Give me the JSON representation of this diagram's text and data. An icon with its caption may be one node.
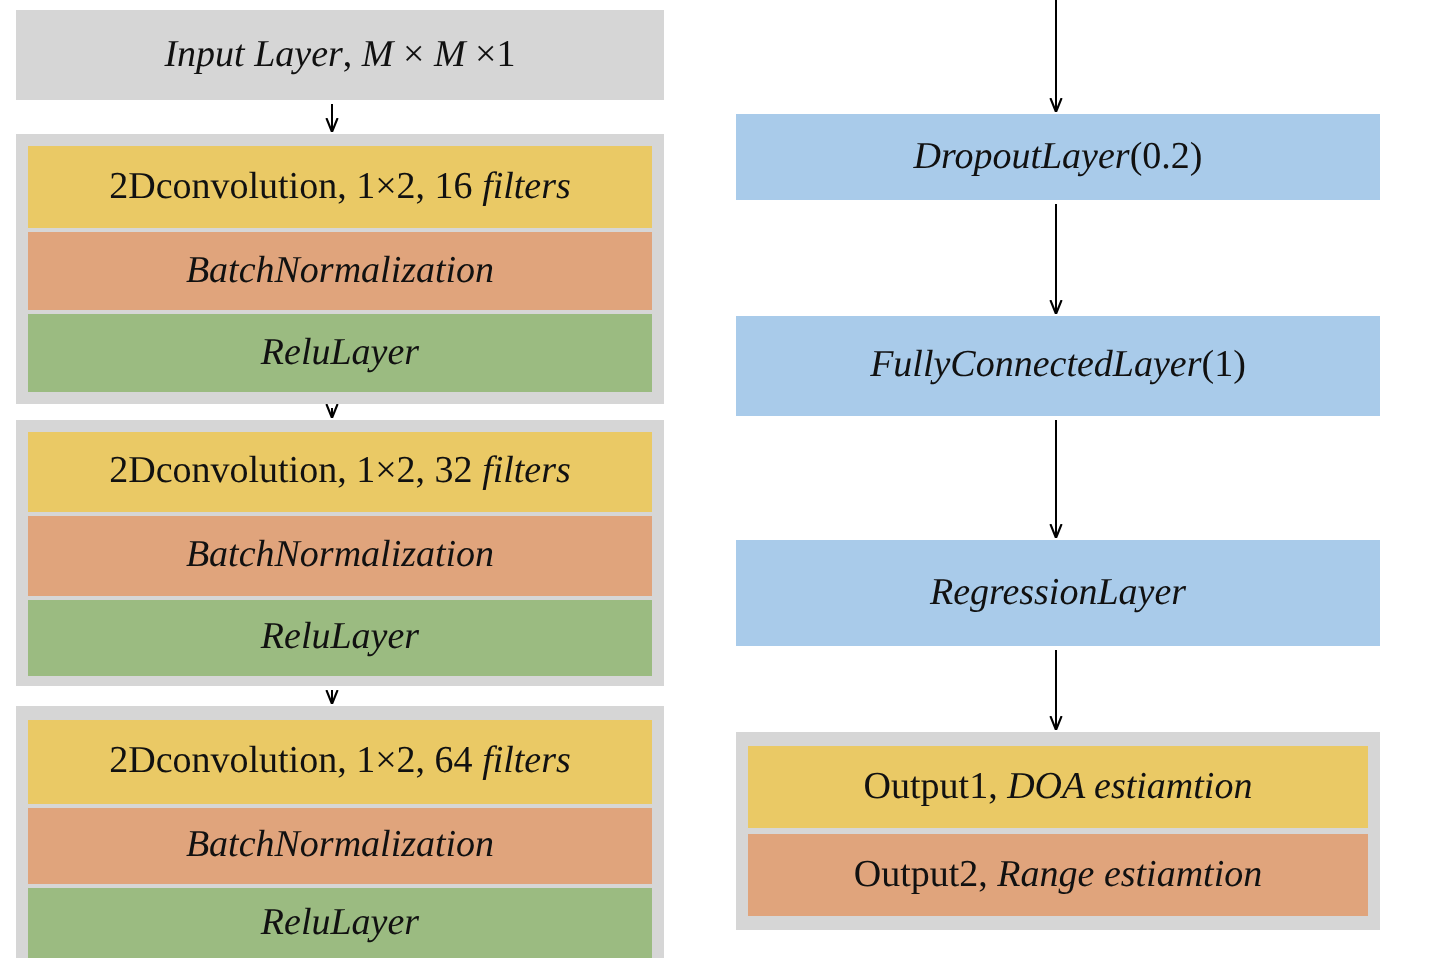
{
  "diagram": {
    "nodes": [
      {
        "text": [
          "*Input Layer*, *M* × *M* ×1"
        ]
      },
      {
        "text": [],
        "shape": "box"
      },
      {
        "text": [
          "2Dconvolution, 1×2, 16 *filters*"
        ],
        "in": 1
      },
      {
        "text": [
          "BatchNormalization"
        ],
        "in": 1
      },
      {
        "text": [
          "ReluLayer"
        ],
        "in": 1
      },
      {
        "text": [],
        "shape": "box"
      },
      {
        "text": [
          "2Dconvolution, 1×2, 32 *filters*"
        ],
        "in": 5
      },
      {
        "text": [
          "BatchNormalization"
        ],
        "in": 5
      },
      {
        "text": [
          "ReluLayer"
        ],
        "in": 5
      },
      {
        "text": [],
        "shape": "box"
      },
      {
        "text": [
          "2Dconvolution, 1×2, 64 *filters*"
        ],
        "in": 9
      },
      {
        "text": [
          "BatchNormalization"
        ],
        "in": 9
      },
      {
        "text": [
          "ReluLayer"
        ],
        "in": 9
      },
      {
        "text": [
          "*DropoutLayer*(0.2)"
        ]
      },
      {
        "text": [
          "*FullyConnectedLayer*(1)"
        ]
      },
      {
        "text": [
          "RegressionLayer"
        ]
      },
      {
        "text": [],
        "shape": "box"
      },
      {
        "text": [
          "Output1, *DOA estiamtion*"
        ],
        "in": 16
      },
      {
        "text": [
          "Output2, *Range estiamtion*"
        ],
        "in": 16
      }
    ],
    "edges": [
      {
        "from": 0,
        "to": 1,
        "arrow": "to"
      },
      {
        "from": 1,
        "to": 5,
        "arrow": "to"
      },
      {
        "from": 5,
        "to": 9,
        "arrow": "to"
      },
      {
        "from": null,
        "to": 13,
        "arrow": "to"
      },
      {
        "from": 13,
        "to": 14,
        "arrow": "to"
      },
      {
        "from": 14,
        "to": 15,
        "arrow": "to"
      },
      {
        "from": 15,
        "to": 16,
        "arrow": "to"
      }
    ]
  }
}
